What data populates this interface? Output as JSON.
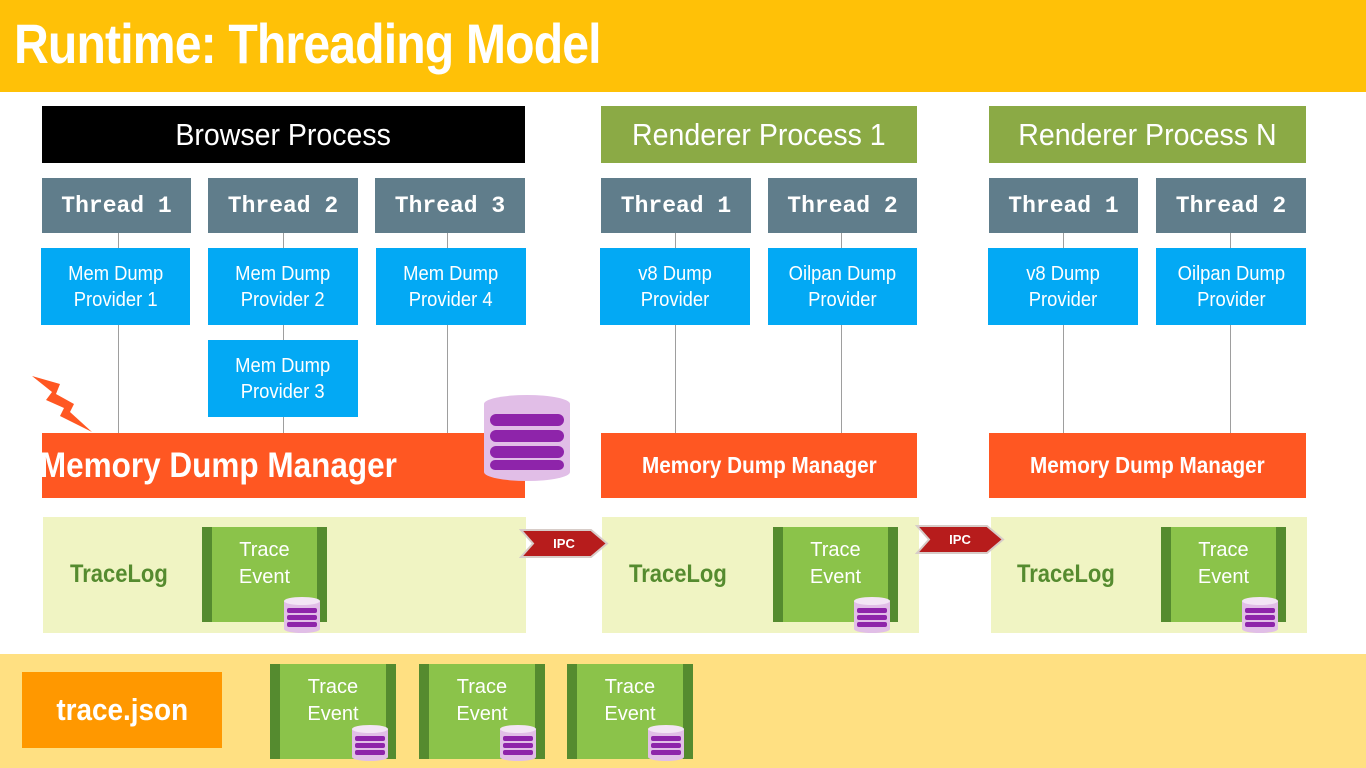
{
  "title": "Runtime: Threading Model",
  "processes": {
    "browser": {
      "label": "Browser Process",
      "threads": [
        "Thread 1",
        "Thread 2",
        "Thread 3"
      ],
      "providers": [
        "Mem Dump\nProvider 1",
        "Mem Dump\nProvider 2",
        "Mem Dump\nProvider 4",
        "Mem Dump\nProvider 3"
      ],
      "manager": "Memory Dump Manager",
      "tracelog": "TraceLog"
    },
    "renderer1": {
      "label": "Renderer Process 1",
      "threads": [
        "Thread 1",
        "Thread 2"
      ],
      "providers": [
        "v8 Dump\nProvider",
        "Oilpan Dump\nProvider"
      ],
      "manager": "Memory Dump Manager",
      "tracelog": "TraceLog"
    },
    "rendererN": {
      "label": "Renderer Process N",
      "threads": [
        "Thread 1",
        "Thread 2"
      ],
      "providers": [
        "v8 Dump\nProvider",
        "Oilpan Dump\nProvider"
      ],
      "manager": "Memory Dump Manager",
      "tracelog": "TraceLog"
    }
  },
  "trace_event_label": "Trace\nEvent",
  "ipc_label": "IPC",
  "trace_json_label": "trace.json",
  "colors": {
    "header": "#FFC107",
    "browser_header": "#000000",
    "renderer_header": "#8BAA45",
    "thread": "#607D8B",
    "provider": "#03A9F4",
    "manager": "#FF5722",
    "tracelog_bg": "#F0F4C3",
    "trace_event": "#8BC34A",
    "ipc": "#B71C1C",
    "footer": "#FFE082",
    "trace_json": "#FF9800",
    "database": "#9C27B0"
  },
  "icons": [
    "lightning-icon",
    "database-icon",
    "ipc-arrow-icon"
  ]
}
